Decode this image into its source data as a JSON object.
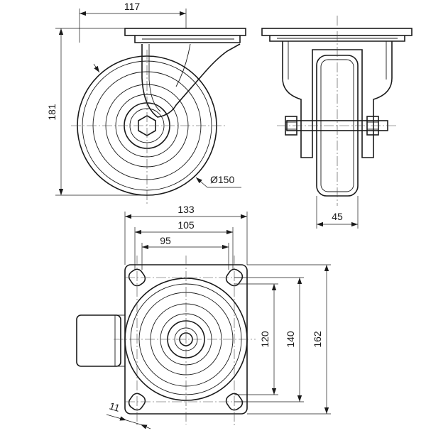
{
  "dimensions": {
    "top_width": "117",
    "overall_height": "181",
    "wheel_diameter": "Ø150",
    "wheel_width": "45",
    "plate_width": "133",
    "hole_spacing_outer": "105",
    "hole_spacing_inner": "95",
    "hole_spacing_vertical_inner": "120",
    "hole_spacing_vertical_outer": "140",
    "plate_height": "162",
    "slot_width": "11"
  }
}
